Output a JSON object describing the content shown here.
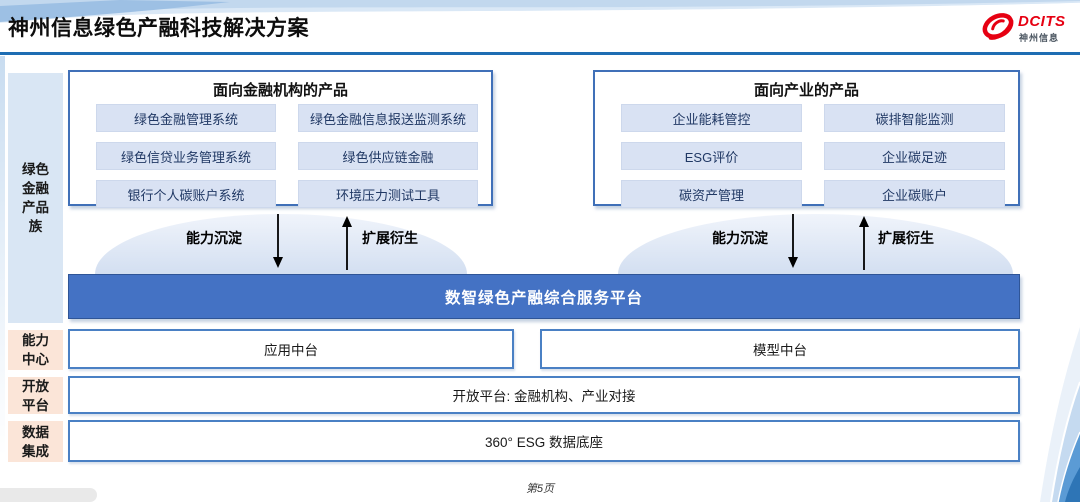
{
  "header": {
    "title": "神州信息绿色产融科技解决方案",
    "logo_text": "DCITS",
    "logo_subtext": "神州信息"
  },
  "sidebar": {
    "family_label": "绿色金融产品族",
    "capability_label": "能力中心",
    "open_label": "开放平台",
    "data_label": "数据集成"
  },
  "panels": {
    "finance": {
      "title": "面向金融机构的产品",
      "items": [
        "绿色金融管理系统",
        "绿色金融信息报送监测系统",
        "绿色信贷业务管理系统",
        "绿色供应链金融",
        "银行个人碳账户系统",
        "环境压力测试工具"
      ]
    },
    "industry": {
      "title": "面向产业的产品",
      "items": [
        "企业能耗管控",
        "碳排智能监测",
        "ESG评价",
        "企业碳足迹",
        "碳资产管理",
        "企业碳账户"
      ]
    }
  },
  "arrows": {
    "down_label": "能力沉淀",
    "up_label": "扩展衍生"
  },
  "platform_bar": {
    "label": "数智绿色产融综合服务平台"
  },
  "rows": {
    "capability": {
      "items": [
        "应用中台",
        "模型中台"
      ]
    },
    "open": {
      "label": "开放平台: 金融机构、产业对接"
    },
    "data": {
      "label": "360° ESG 数据底座"
    }
  },
  "footer": {
    "page_label": "第5页"
  },
  "colors": {
    "brand_red": "#e60012",
    "platform_blue": "#4472c4",
    "panel_border": "#4070b8",
    "item_bg": "#d9e2f3",
    "sidebar_blue": "#d9e6f4",
    "sidebar_peach": "#fbe5d8",
    "header_line": "#1e6db3"
  }
}
